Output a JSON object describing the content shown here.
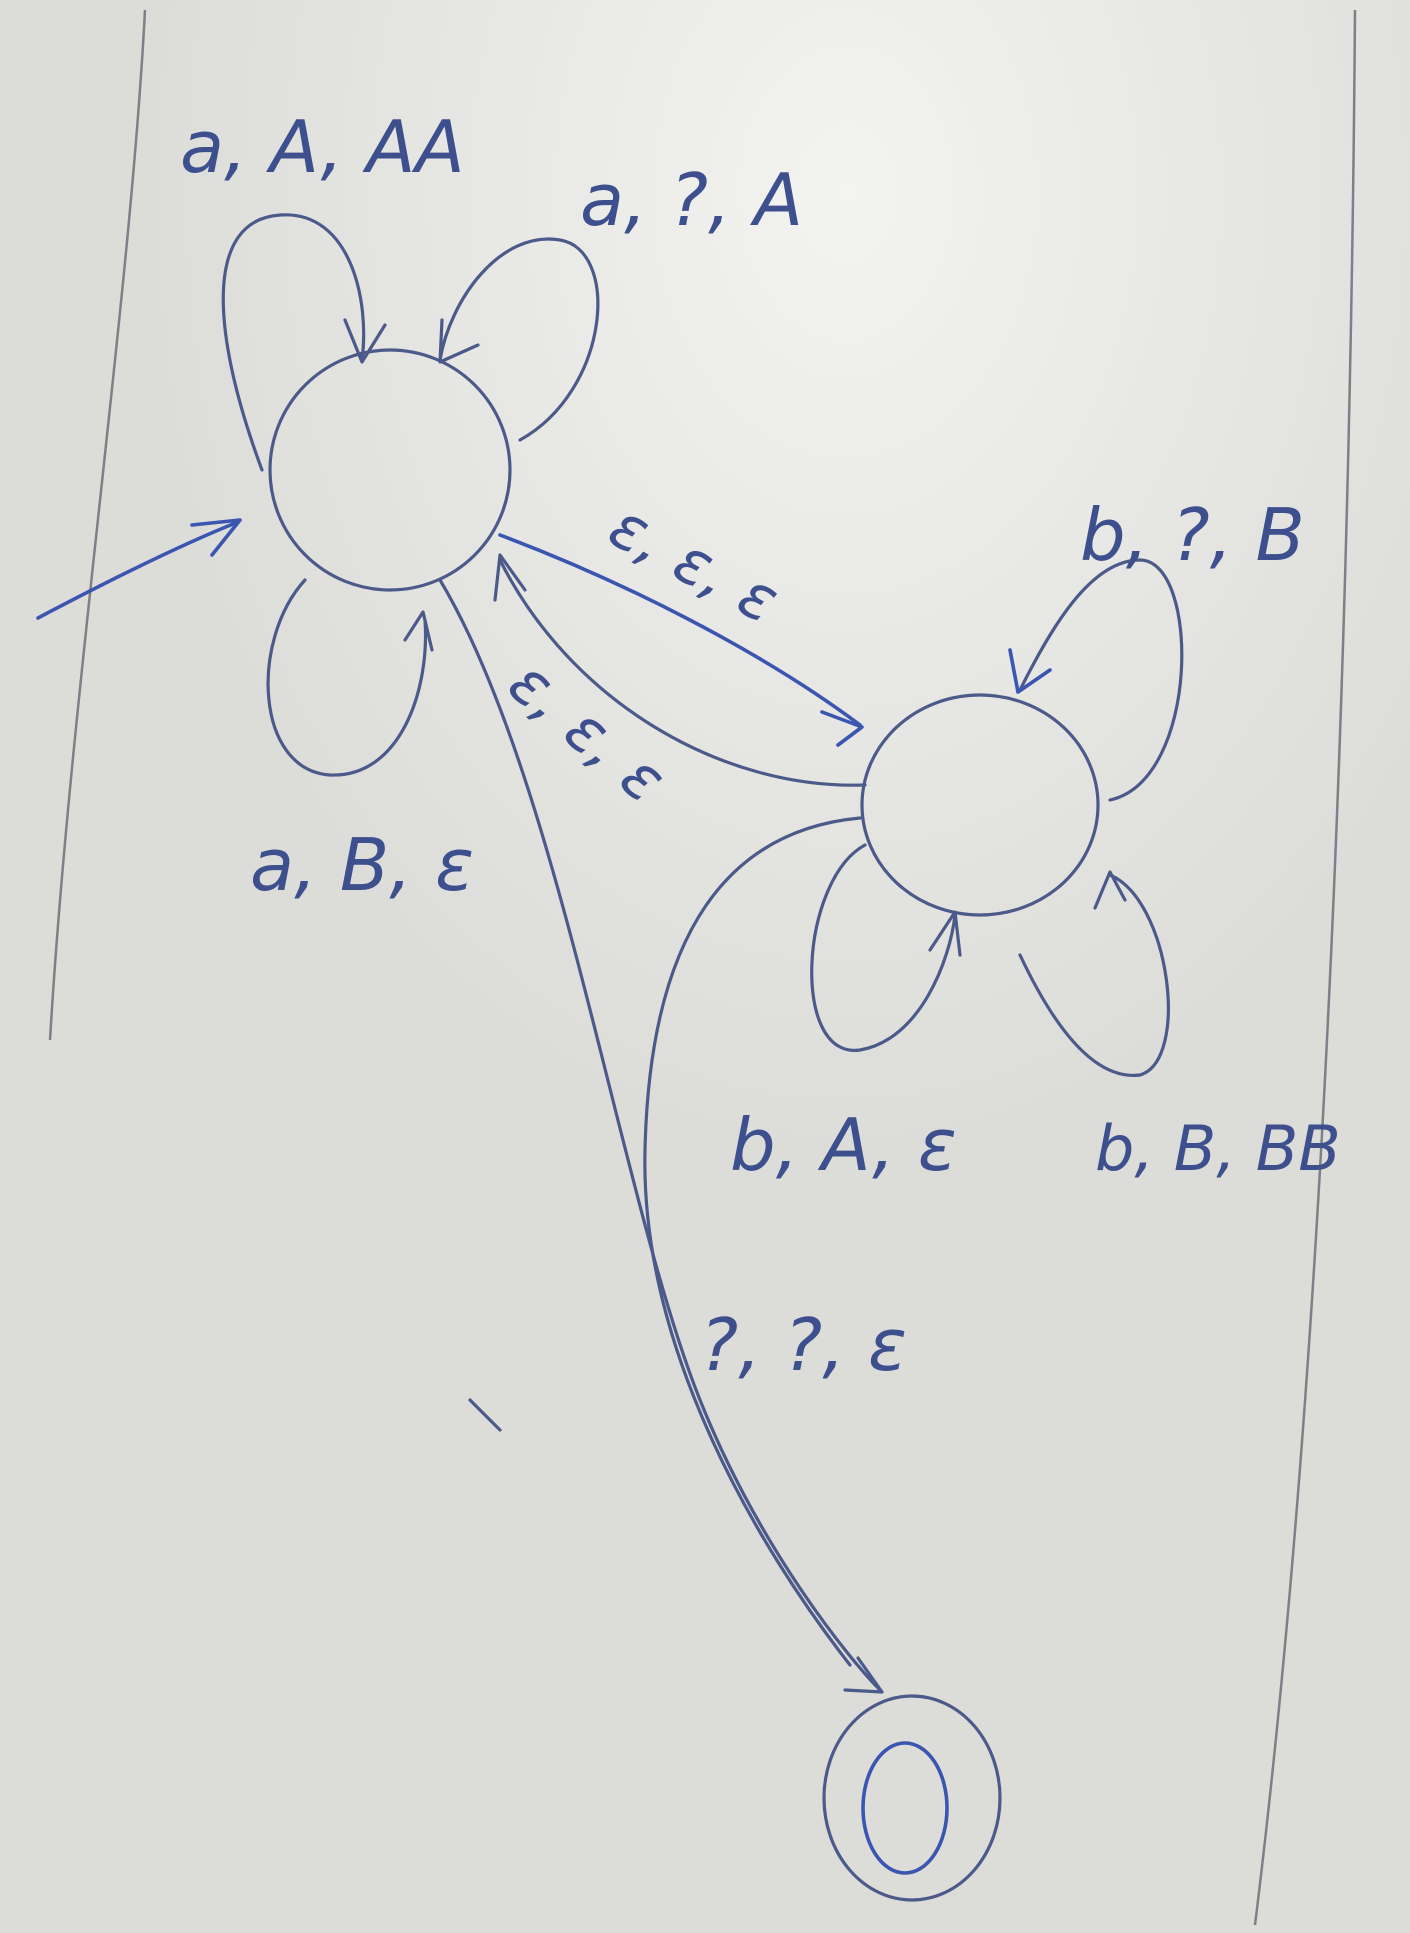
{
  "diagram": {
    "states": [
      {
        "id": "q0",
        "role": "start"
      },
      {
        "id": "q1",
        "role": "normal"
      },
      {
        "id": "q2",
        "role": "accept"
      }
    ],
    "labels": {
      "q0_loop_top_left": "a, A, AA",
      "q0_loop_top_right": "a, ?, A",
      "q0_loop_bottom": "a, B, ε",
      "q0_to_q1": "ε, ε, ε",
      "q1_to_q0": "ε, ε, ε",
      "q1_loop_top": "b, ?, B",
      "q1_loop_bottom_left": "b, A, ε",
      "q1_loop_bottom_right": "b, B, BB",
      "q0_to_q2": "?, ?, ε"
    },
    "colors": {
      "background": "#dcdcd9",
      "ink": "#3e4f8e",
      "pencil": "#7d8088"
    }
  }
}
